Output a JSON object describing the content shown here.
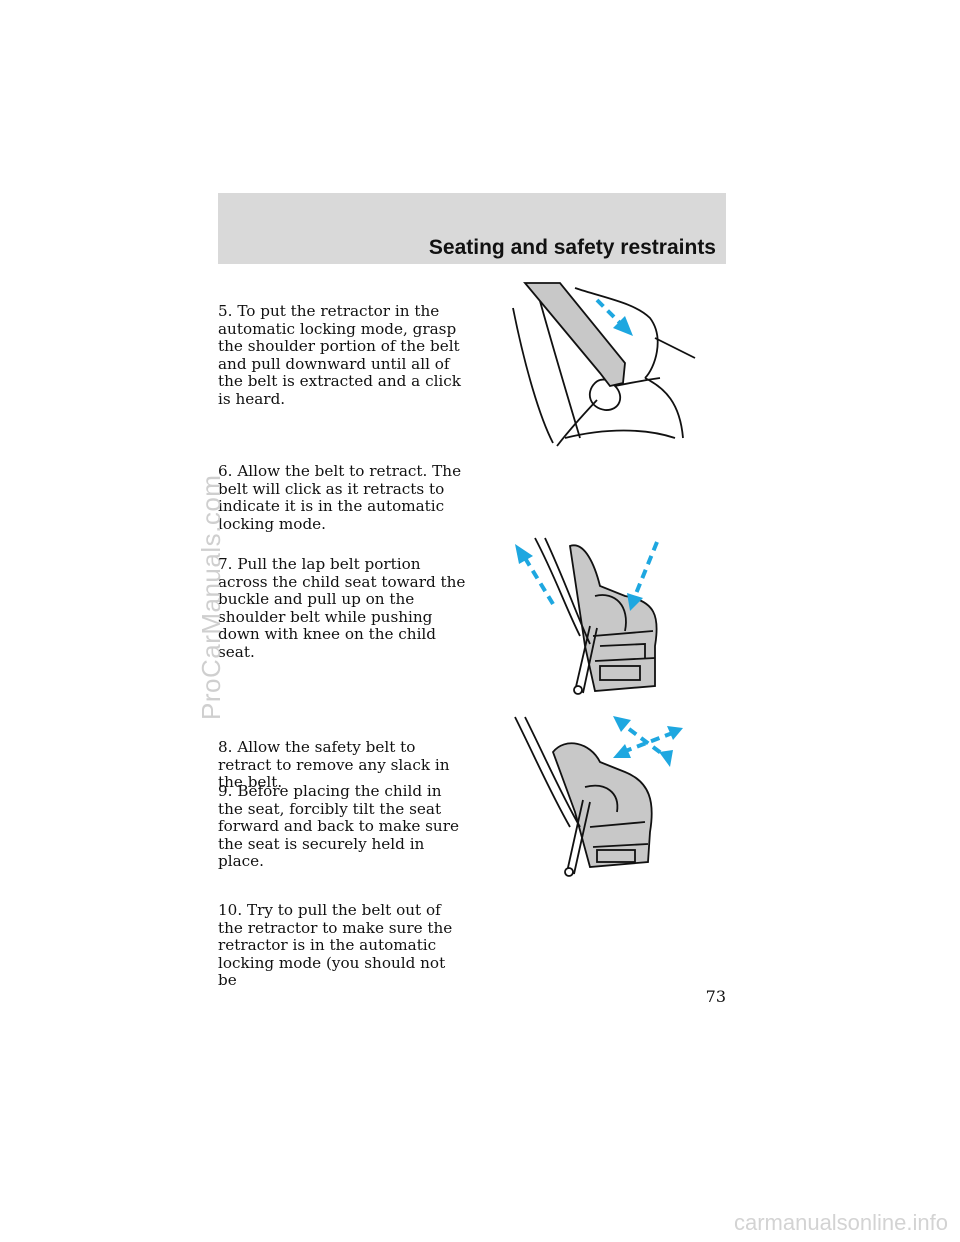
{
  "header": {
    "section_title": "Seating and safety restraints"
  },
  "steps": [
    {
      "text": "5. To put the retractor in the automatic locking mode, grasp the shoulder portion of the belt and pull downward until all of the belt is extracted and a click is heard."
    },
    {
      "text": "6. Allow the belt to retract. The belt will click as it retracts to indicate it is in the automatic locking mode."
    },
    {
      "text": "7. Pull the lap belt portion across the child seat toward the buckle and pull up on the shoulder belt while pushing down with knee on the child seat."
    },
    {
      "text": "8. Allow the safety belt to retract to remove any slack in the belt."
    },
    {
      "text": "9. Before placing the child in the seat, forcibly tilt the seat forward and back to make sure the seat is securely held in place."
    },
    {
      "text": "10. Try to pull the belt out of the retractor to make sure the retractor is in the automatic locking mode (you should not be"
    }
  ],
  "page_number": "73",
  "watermark": "ProCarManuals.com",
  "footer": {
    "site": "carmanualsonline.info"
  },
  "colors": {
    "arrow": "#1ea7e0",
    "header_band": "#d9d9d9",
    "seat_shade": "#c8c8c8"
  }
}
